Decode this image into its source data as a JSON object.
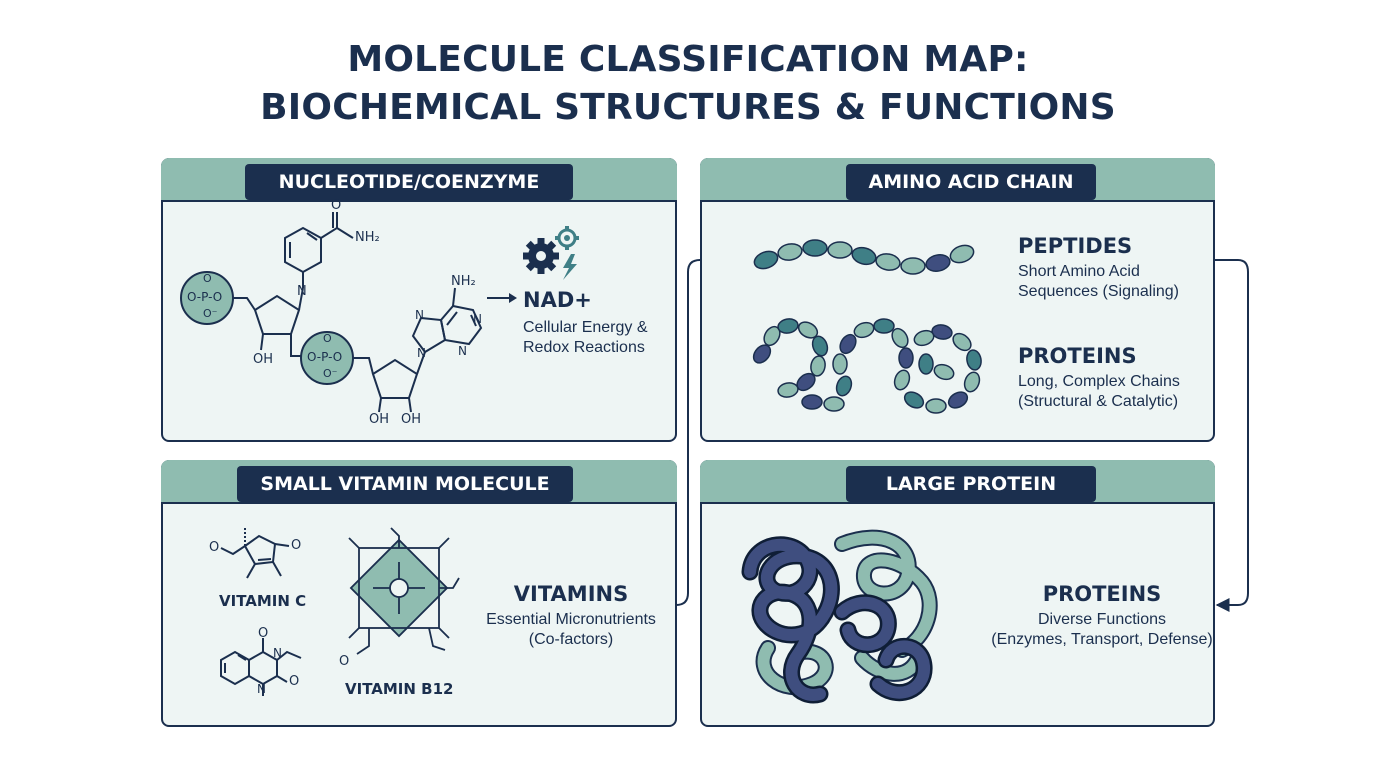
{
  "title": {
    "line1": "MOLECULE CLASSIFICATION MAP:",
    "line2": "BIOCHEMICAL STRUCTURES & FUNCTIONS"
  },
  "colors": {
    "navy": "#1b2f4e",
    "teal": "#8fbcb0",
    "teal_dark": "#3f7f86",
    "panel_bg": "#eef5f4"
  },
  "panels": {
    "nucleotide": {
      "tab": "NUCLEOTIDE/COENZYME",
      "heading": "NAD+",
      "desc_line1": "Cellular Energy &",
      "desc_line2": "Redox Reactions",
      "icon": "gears-energy-icon",
      "chem": {
        "o_top": "O",
        "nh2_amide": "NH₂",
        "n_pyridine": "N",
        "nh2_adenine": "NH₂",
        "n1": "N",
        "n2": "N",
        "n3": "N",
        "n4": "N",
        "phosphate1": "O-P-O",
        "phosphate1_top": "O",
        "phosphate1_bottom": "O⁻",
        "phosphate2": "O-P-O",
        "phosphate2_top": "O",
        "phosphate2_bottom": "O⁻",
        "oh1": "OH",
        "oh2": "OH",
        "oh3": "OH"
      }
    },
    "amino": {
      "tab": "AMINO ACID CHAIN",
      "peptides_heading": "PEPTIDES",
      "peptides_line1": "Short Amino Acid",
      "peptides_line2": "Sequences (Signaling)",
      "proteins_heading": "PROTEINS",
      "proteins_line1": "Long, Complex Chains",
      "proteins_line2": "(Structural & Catalytic)"
    },
    "vitamin": {
      "tab": "SMALL VITAMIN MOLECULE",
      "vitamin_c_label": "VITAMIN C",
      "vitamin_b12_label": "VITAMIN B12",
      "heading": "VITAMINS",
      "desc_line1": "Essential Micronutrients",
      "desc_line2": "(Co-factors)",
      "chem": {
        "vc_o_left": "O",
        "vc_o_right": "O",
        "b2_o_top": "O",
        "b2_n_right": "N",
        "b2_o_right": "O",
        "b2_n_bottom": "N",
        "b12_o": "O"
      }
    },
    "large": {
      "tab": "LARGE PROTEIN",
      "heading": "PROTEINS",
      "desc_line1": "Diverse Functions",
      "desc_line2": "(Enzymes, Transport, Defense)"
    }
  }
}
